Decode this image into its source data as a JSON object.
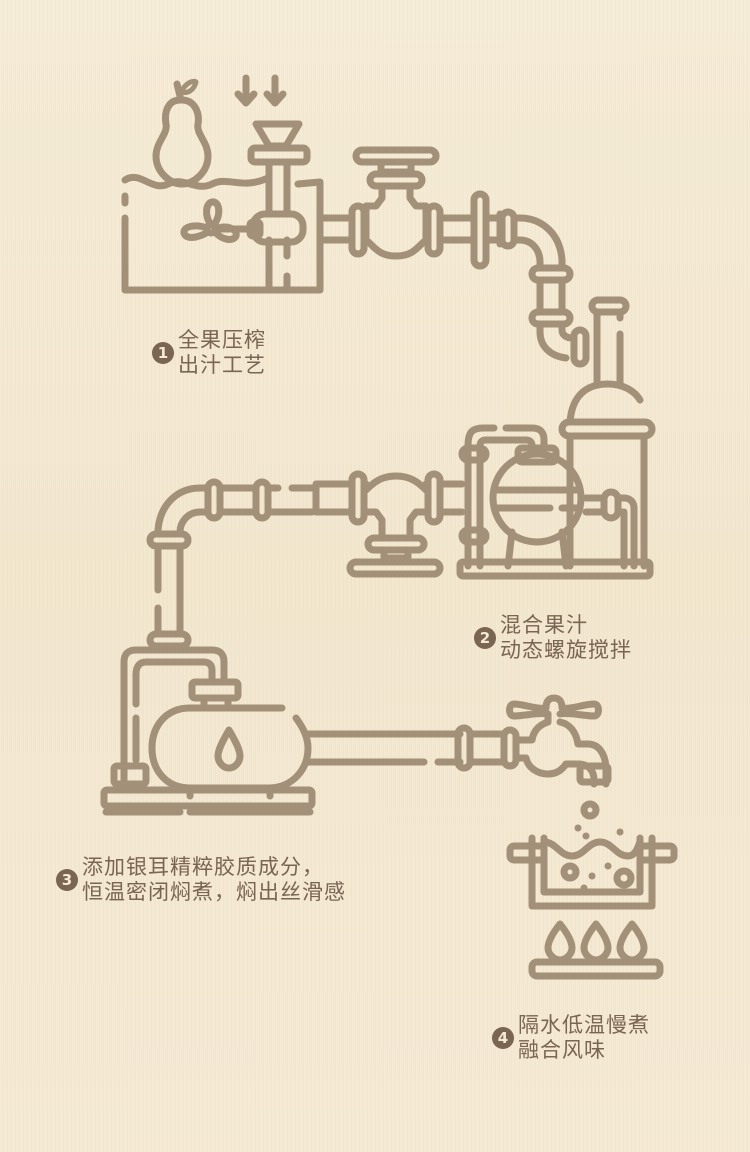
{
  "colors": {
    "background": "#f4e9d2",
    "line": "#a39078",
    "text": "#7a6452"
  },
  "steps": [
    {
      "number": "1",
      "lines": [
        "全果压榨",
        "出汁工艺"
      ],
      "icon": "pear-juicer-icon"
    },
    {
      "number": "2",
      "lines": [
        "混合果汁",
        "动态螺旋搅拌"
      ],
      "icon": "mixing-tank-icon"
    },
    {
      "number": "3",
      "lines": [
        "添加银耳精粹胶质成分，",
        "恒温密闭焖煮，焖出丝滑感"
      ],
      "icon": "boiler-tank-icon"
    },
    {
      "number": "4",
      "lines": [
        "隔水低温慢煮",
        "融合风味"
      ],
      "icon": "stove-pot-icon"
    }
  ]
}
